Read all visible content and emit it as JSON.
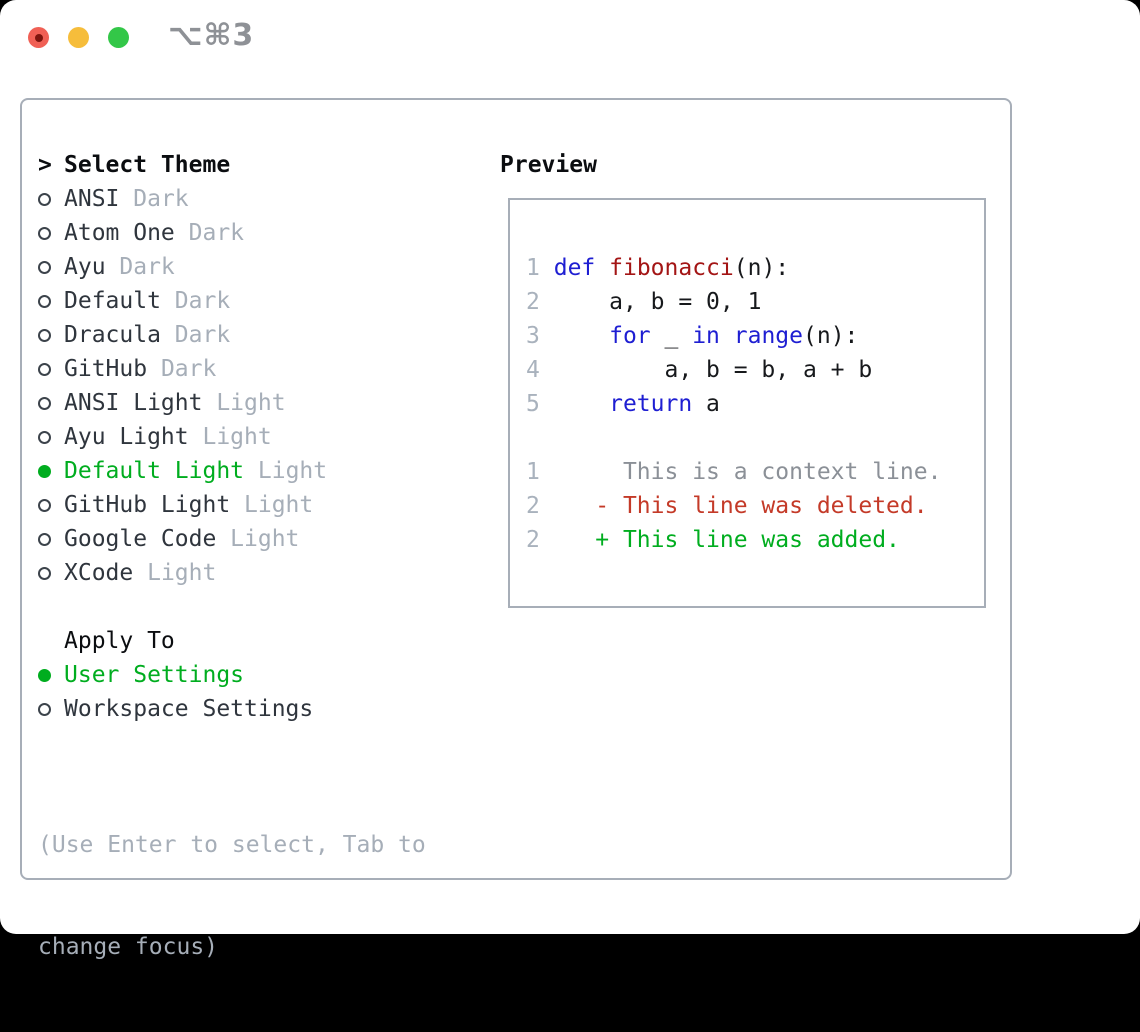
{
  "titlebar": {
    "shortcut": "⌥⌘3"
  },
  "colors": {
    "traffic_red": "#f briefly",
    "tl_red": "#f express"
  },
  "theme_colors": {
    "tl_red": "#f06055",
    "tl_red_dot": "#7d150e",
    "tl_yellow": "#f6bd3b",
    "tl_green": "#33c748",
    "border": "#a7aeb8",
    "heading": "#0b0d10",
    "text": "#2f353d",
    "muted": "#a6aeb8",
    "muted_dark": "#8e9196",
    "circle": "#3c434b",
    "green": "#00ad1f",
    "linenum": "#a9b2bd",
    "code_text": "#17191c",
    "keyword": "#1e1ed2",
    "function": "#a31515",
    "context": "#8b9097",
    "deleted": "#c43a28"
  },
  "theme_menu": {
    "cursor": ">",
    "title": "Select Theme",
    "items": [
      {
        "name": "ANSI",
        "tag": "Dark",
        "selected": false
      },
      {
        "name": "Atom One",
        "tag": "Dark",
        "selected": false
      },
      {
        "name": "Ayu",
        "tag": "Dark",
        "selected": false
      },
      {
        "name": "Default",
        "tag": "Dark",
        "selected": false
      },
      {
        "name": "Dracula",
        "tag": "Dark",
        "selected": false
      },
      {
        "name": "GitHub",
        "tag": "Dark",
        "selected": false
      },
      {
        "name": "ANSI Light",
        "tag": "Light",
        "selected": false
      },
      {
        "name": "Ayu Light",
        "tag": "Light",
        "selected": false
      },
      {
        "name": "Default Light",
        "tag": "Light",
        "selected": true
      },
      {
        "name": "GitHub Light",
        "tag": "Light",
        "selected": false
      },
      {
        "name": "Google Code",
        "tag": "Light",
        "selected": false
      },
      {
        "name": "XCode",
        "tag": "Light",
        "selected": false
      }
    ]
  },
  "apply_to": {
    "title": "Apply To",
    "items": [
      {
        "label": "User Settings",
        "selected": true
      },
      {
        "label": "Workspace Settings",
        "selected": false
      }
    ]
  },
  "help": {
    "lines": [
      "(Use Enter to select, Tab to",
      "change focus)"
    ]
  },
  "preview": {
    "title": "Preview",
    "code_lines": [
      {
        "num": "1",
        "segments": [
          [
            "keyword",
            "def"
          ],
          [
            "plain",
            " "
          ],
          [
            "function",
            "fibonacci"
          ],
          [
            "plain",
            "(n):"
          ]
        ]
      },
      {
        "num": "2",
        "segments": [
          [
            "plain",
            "    a, b = 0, 1"
          ]
        ]
      },
      {
        "num": "3",
        "segments": [
          [
            "plain",
            "    "
          ],
          [
            "keyword",
            "for"
          ],
          [
            "plain",
            " _ "
          ],
          [
            "keyword",
            "in"
          ],
          [
            "plain",
            " "
          ],
          [
            "keyword",
            "range"
          ],
          [
            "plain",
            "(n):"
          ]
        ]
      },
      {
        "num": "4",
        "segments": [
          [
            "plain",
            "        a, b = b, a + b"
          ]
        ]
      },
      {
        "num": "5",
        "segments": [
          [
            "plain",
            "    "
          ],
          [
            "keyword",
            "return"
          ],
          [
            "plain",
            " a"
          ]
        ]
      },
      {
        "num": "",
        "segments": []
      },
      {
        "num": "1",
        "segments": [
          [
            "context",
            "     This is a context line."
          ]
        ]
      },
      {
        "num": "2",
        "segments": [
          [
            "deleted",
            "   - This line was deleted."
          ]
        ]
      },
      {
        "num": "2",
        "segments": [
          [
            "added",
            "   + This line was added."
          ]
        ]
      }
    ]
  }
}
